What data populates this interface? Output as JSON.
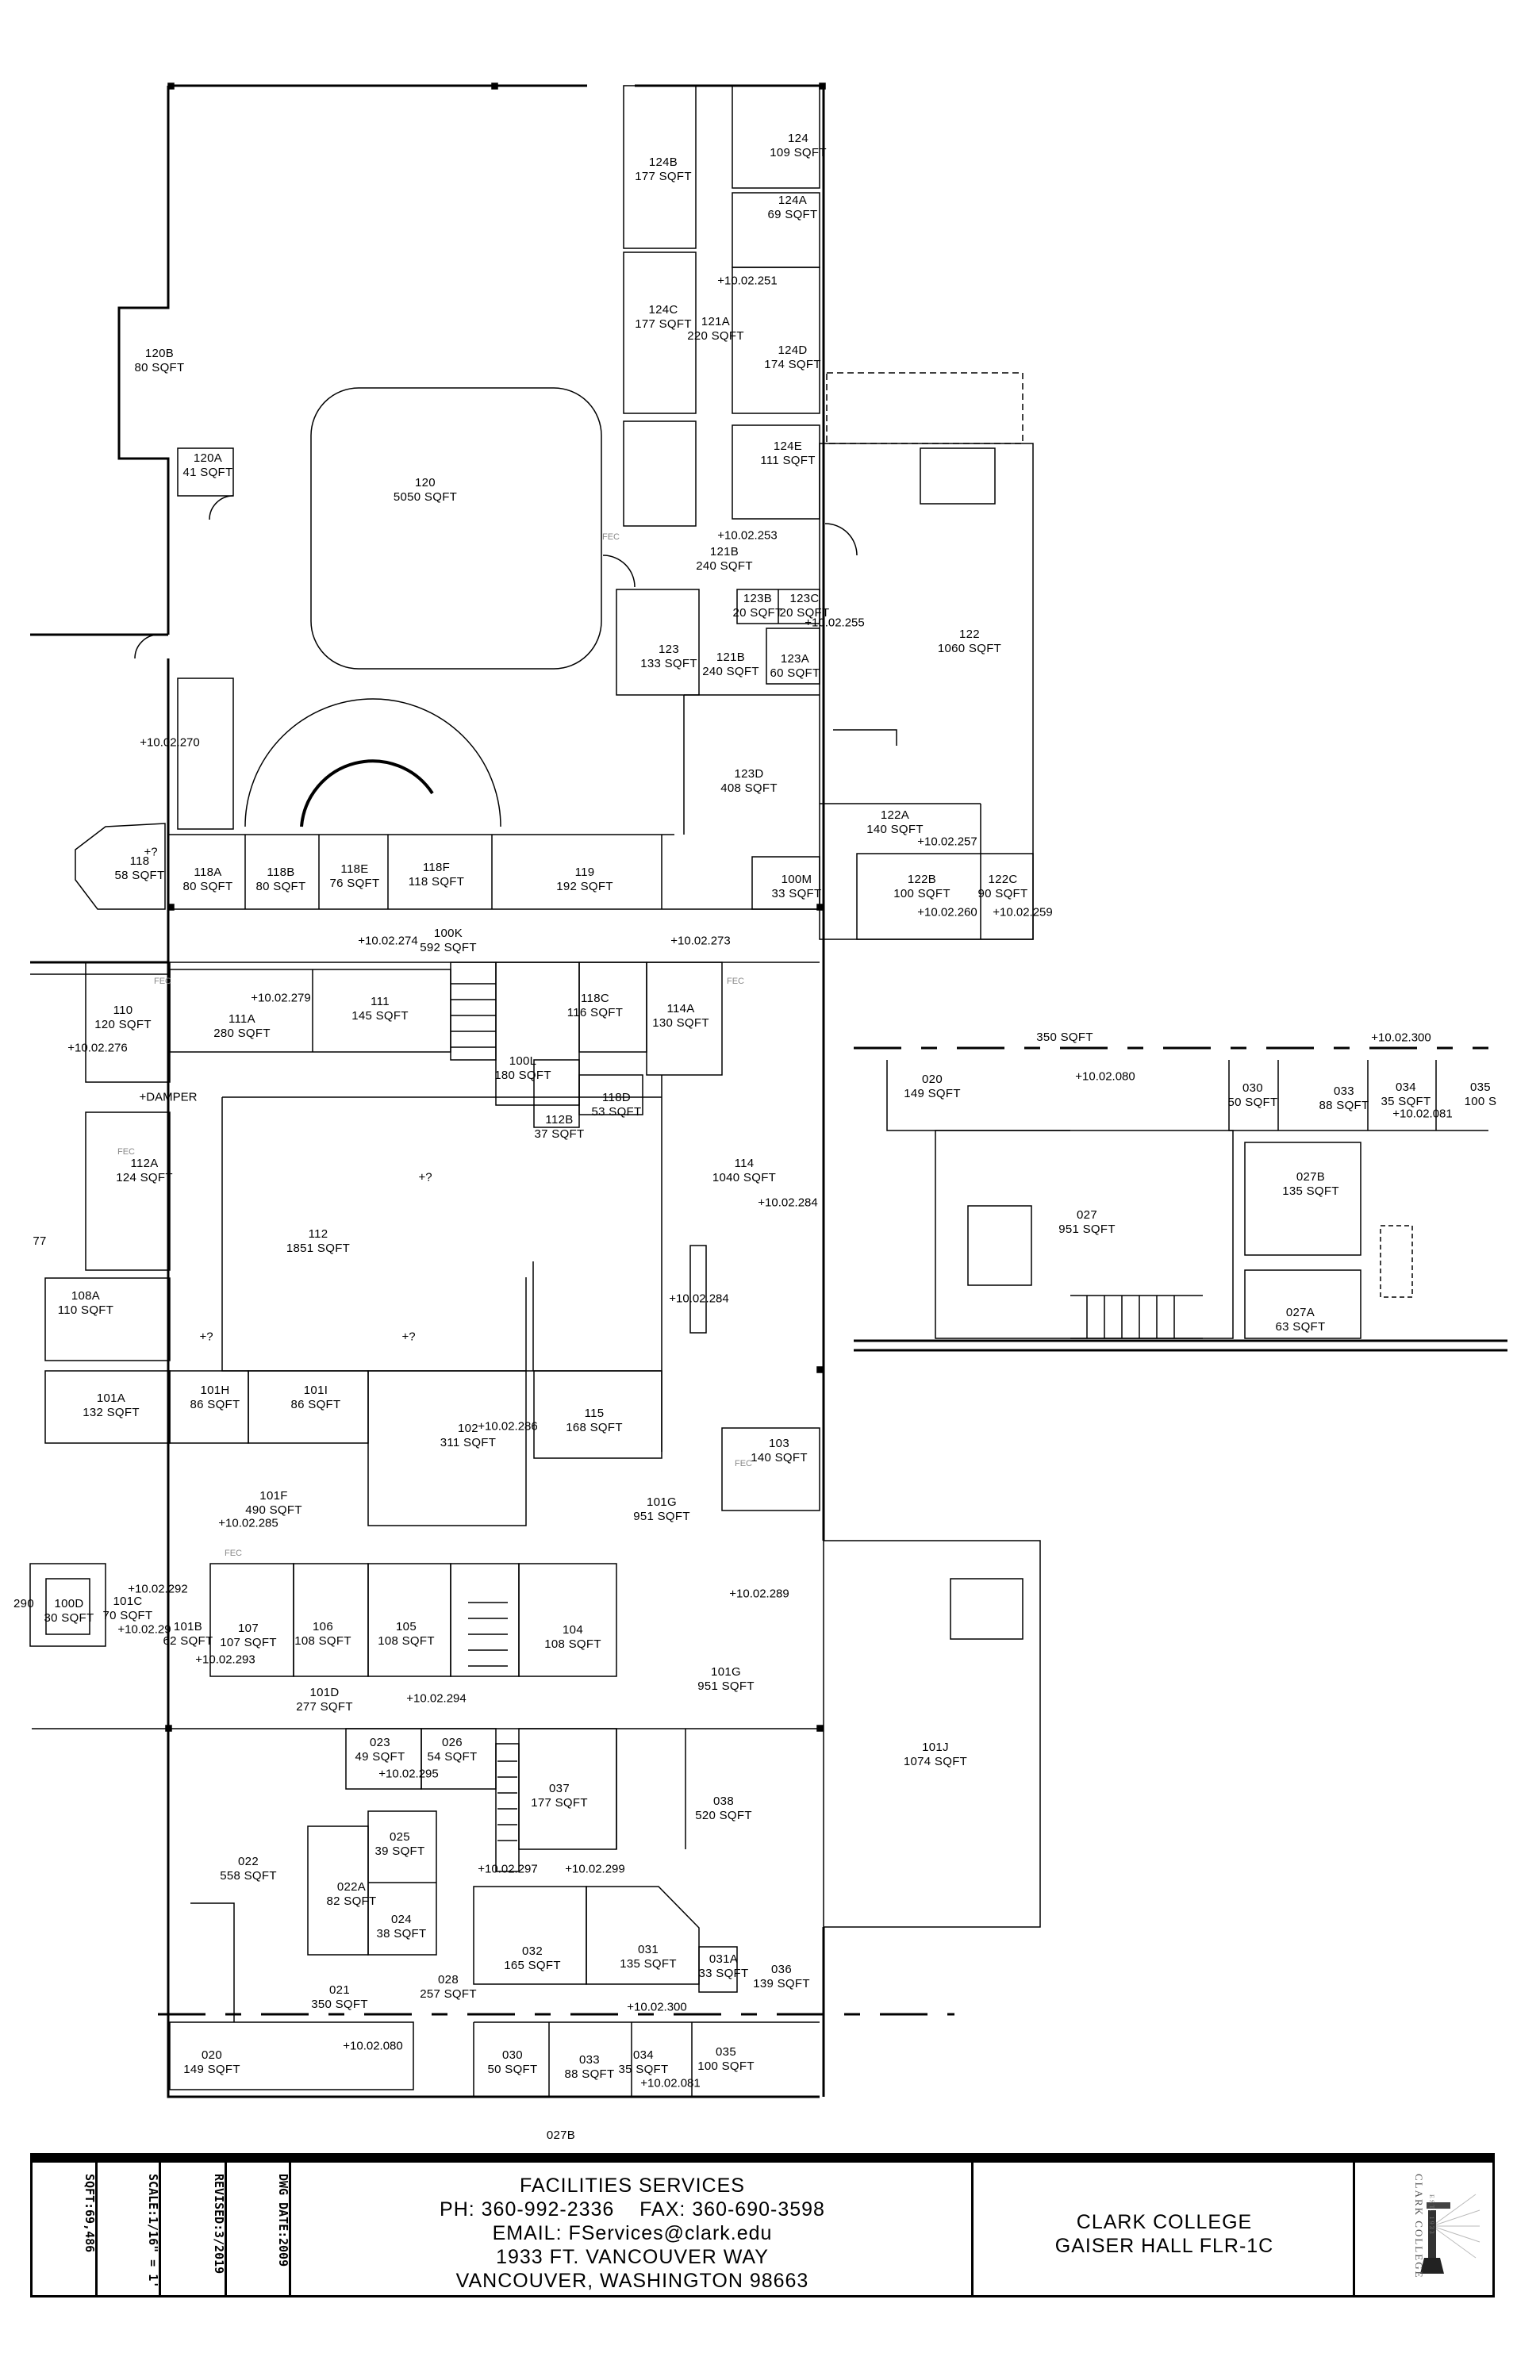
{
  "rooms": [
    {
      "id": "124",
      "area": "109 SQFT"
    },
    {
      "id": "124B",
      "area": "177 SQFT"
    },
    {
      "id": "124A",
      "area": "69 SQFT"
    },
    {
      "id": "124C",
      "area": "177 SQFT"
    },
    {
      "id": "121A",
      "area": "220 SQFT"
    },
    {
      "id": "124D",
      "area": "174 SQFT"
    },
    {
      "id": "120B",
      "area": "80 SQFT"
    },
    {
      "id": "120A",
      "area": "41 SQFT"
    },
    {
      "id": "124E",
      "area": "111 SQFT"
    },
    {
      "id": "120",
      "area": "5050 SQFT"
    },
    {
      "id": "121B",
      "area": "240 SQFT"
    },
    {
      "id": "123B",
      "area": "20 SQFT"
    },
    {
      "id": "123C",
      "area": "20 SQFT"
    },
    {
      "id": "122",
      "area": "1060 SQFT"
    },
    {
      "id": "123",
      "area": "133 SQFT"
    },
    {
      "id": "121B",
      "area": "240 SQFT"
    },
    {
      "id": "123A",
      "area": "60 SQFT"
    },
    {
      "id": "123D",
      "area": "408 SQFT"
    },
    {
      "id": "122A",
      "area": "140 SQFT"
    },
    {
      "id": "118",
      "area": "58 SQFT"
    },
    {
      "id": "118A",
      "area": "80 SQFT"
    },
    {
      "id": "118B",
      "area": "80 SQFT"
    },
    {
      "id": "118E",
      "area": "76 SQFT"
    },
    {
      "id": "118F",
      "area": "118 SQFT"
    },
    {
      "id": "119",
      "area": "192 SQFT"
    },
    {
      "id": "100M",
      "area": "33 SQFT"
    },
    {
      "id": "122B",
      "area": "100 SQFT"
    },
    {
      "id": "122C",
      "area": "90 SQFT"
    },
    {
      "id": "100K",
      "area": "592 SQFT"
    },
    {
      "id": "110",
      "area": "120 SQFT"
    },
    {
      "id": "111A",
      "area": "280 SQFT"
    },
    {
      "id": "111",
      "area": "145 SQFT"
    },
    {
      "id": "118C",
      "area": "116 SQFT"
    },
    {
      "id": "114A",
      "area": "130 SQFT"
    },
    {
      "id": "100L",
      "area": "180 SQFT"
    },
    {
      "id": "118D",
      "area": "53 SQFT"
    },
    {
      "id": "112B",
      "area": "37 SQFT"
    },
    {
      "id": "112A",
      "area": "124 SQFT"
    },
    {
      "id": "114",
      "area": "1040 SQFT"
    },
    {
      "id": "112",
      "area": "1851 SQFT"
    },
    {
      "id": "108A",
      "area": "110 SQFT"
    },
    {
      "id": "101A",
      "area": "132 SQFT"
    },
    {
      "id": "101H",
      "area": "86 SQFT"
    },
    {
      "id": "101I",
      "area": "86 SQFT"
    },
    {
      "id": "115",
      "area": "168 SQFT"
    },
    {
      "id": "102",
      "area": "311 SQFT"
    },
    {
      "id": "103",
      "area": "140 SQFT"
    },
    {
      "id": "101F",
      "area": "490 SQFT"
    },
    {
      "id": "101G",
      "area": "951 SQFT"
    },
    {
      "id": "100D",
      "area": "30 SQFT"
    },
    {
      "id": "101C",
      "area": "70 SQFT"
    },
    {
      "id": "101B",
      "area": "62 SQFT"
    },
    {
      "id": "107",
      "area": "107 SQFT"
    },
    {
      "id": "106",
      "area": "108 SQFT"
    },
    {
      "id": "105",
      "area": "108 SQFT"
    },
    {
      "id": "104",
      "area": "108 SQFT"
    },
    {
      "id": "101G",
      "area": "951 SQFT"
    },
    {
      "id": "101D",
      "area": "277 SQFT"
    },
    {
      "id": "101J",
      "area": "1074 SQFT"
    },
    {
      "id": "023",
      "area": "49 SQFT"
    },
    {
      "id": "026",
      "area": "54 SQFT"
    },
    {
      "id": "037",
      "area": "177 SQFT"
    },
    {
      "id": "038",
      "area": "520 SQFT"
    },
    {
      "id": "025",
      "area": "39 SQFT"
    },
    {
      "id": "022",
      "area": "558 SQFT"
    },
    {
      "id": "022A",
      "area": "82 SQFT"
    },
    {
      "id": "024",
      "area": "38 SQFT"
    },
    {
      "id": "032",
      "area": "165 SQFT"
    },
    {
      "id": "031",
      "area": "135 SQFT"
    },
    {
      "id": "028",
      "area": "257 SQFT"
    },
    {
      "id": "031A",
      "area": "33 SQFT"
    },
    {
      "id": "036",
      "area": "139 SQFT"
    },
    {
      "id": "021",
      "area": "350 SQFT"
    },
    {
      "id": "020",
      "area": "149 SQFT"
    },
    {
      "id": "030",
      "area": "50 SQFT"
    },
    {
      "id": "033",
      "area": "88 SQFT"
    },
    {
      "id": "034",
      "area": "35 SQFT"
    },
    {
      "id": "035",
      "area": "100 SQFT"
    },
    {
      "id": "020",
      "area": "149 SQFT"
    },
    {
      "id": "030",
      "area": "50 SQFT"
    },
    {
      "id": "033",
      "area": "88 SQFT"
    },
    {
      "id": "034",
      "area": "35 SQFT"
    },
    {
      "id": "035",
      "area": "100 S"
    },
    {
      "id": "027B",
      "area": "135 SQFT"
    },
    {
      "id": "027",
      "area": "951 SQFT"
    },
    {
      "id": "027A",
      "area": "63 SQFT"
    }
  ],
  "partial_labels": [
    "350 SQFT",
    "027B",
    "290",
    "77"
  ],
  "markers": [
    "+10.02.251",
    "+10.02.253",
    "+10.02.255",
    "+10.02.270",
    "+10.02.257",
    "+10.02.260",
    "+10.02.259",
    "+10.02.274",
    "+10.02.273",
    "+10.02.279",
    "+10.02.276",
    "+DAMPER",
    "+10.02.284",
    "+10.02.284",
    "+?",
    "+?",
    "+?",
    "+?",
    "+10.02.286",
    "+10.02.285",
    "+10.02.292",
    "+10.02.289",
    "+10.02.29",
    "+10.02.293",
    "+10.02.294",
    "+10.02.295",
    "+10.02.297",
    "+10.02.299",
    "+10.02.300",
    "+10.02.080",
    "+10.02.081",
    "+10.02.300",
    "+10.02.080",
    "+10.02.081"
  ],
  "fec_label": "FEC",
  "title_block": {
    "sqft_label": "SQFT:",
    "sqft_value": "69,486",
    "scale_label": "SCALE:",
    "scale_value": "1/16\" = 1'",
    "revised_label": "REVISED:",
    "revised_value": "3/2019",
    "dwg_date_label": "DWG DATE:",
    "dwg_date_value": "2009",
    "department": "FACILITIES SERVICES",
    "phone": "PH: 360-992-2336    FAX: 360-690-3598",
    "email": "EMAIL: FServices@clark.edu",
    "address1": "1933 FT. VANCOUVER WAY",
    "address2": "VANCOUVER, WASHINGTON 98663",
    "college": "CLARK COLLEGE",
    "building": "GAISER HALL FLR-1C",
    "logo_text": "CLARK COLLEGE",
    "logo_est": "EST. 1933"
  }
}
